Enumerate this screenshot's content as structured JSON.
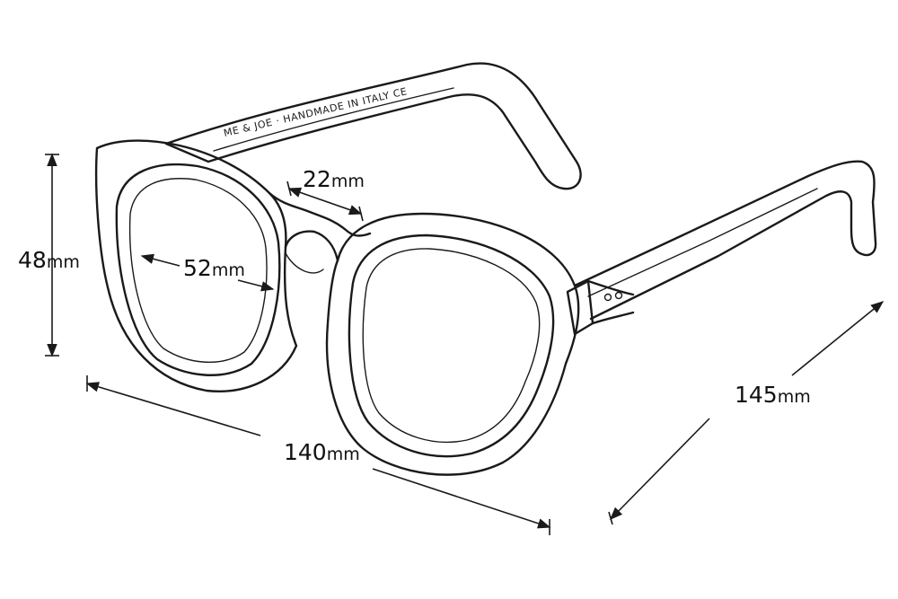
{
  "temple_imprint": "ME & JOE · HANDMADE IN ITALY  CE",
  "dimensions": {
    "lens_height": {
      "value": "48",
      "unit": "mm"
    },
    "lens_width": {
      "value": "52",
      "unit": "mm"
    },
    "bridge": {
      "value": "22",
      "unit": "mm"
    },
    "frame_width": {
      "value": "140",
      "unit": "mm"
    },
    "temple_length": {
      "value": "145",
      "unit": "mm"
    }
  },
  "colors": {
    "ink": "#1a1a1a",
    "background": "#ffffff"
  }
}
